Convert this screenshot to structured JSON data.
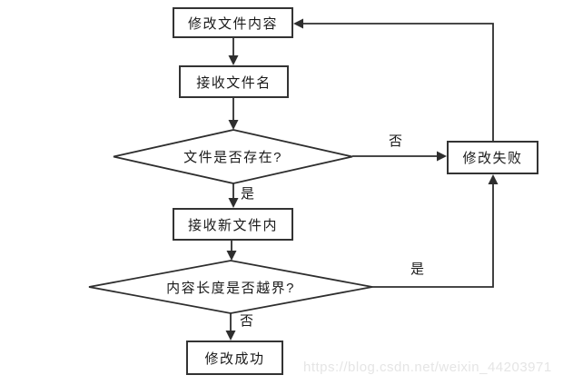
{
  "diagram": {
    "nodes": {
      "start": {
        "label": "修改文件内容",
        "shape": "rect"
      },
      "filename": {
        "label": "接收文件名",
        "shape": "rect"
      },
      "exists": {
        "label": "文件是否存在?",
        "shape": "diamond"
      },
      "newcontent": {
        "label": "接收新文件内",
        "shape": "rect"
      },
      "overflow": {
        "label": "内容长度是否越界?",
        "shape": "diamond"
      },
      "success": {
        "label": "修改成功",
        "shape": "rect"
      },
      "fail": {
        "label": "修改失败",
        "shape": "rect"
      }
    },
    "edge_labels": {
      "exists_no": "否",
      "exists_yes": "是",
      "overflow_yes": "是",
      "overflow_no": "否"
    },
    "colors": {
      "line": "#2e2e2e",
      "border": "#333333",
      "shape_fill": "#ffffff",
      "text": "#1a1a1a",
      "background": "#ffffff"
    }
  },
  "watermark": {
    "text": "https://blog.csdn.net/weixin_44203971",
    "color": "#e5e5e5"
  }
}
